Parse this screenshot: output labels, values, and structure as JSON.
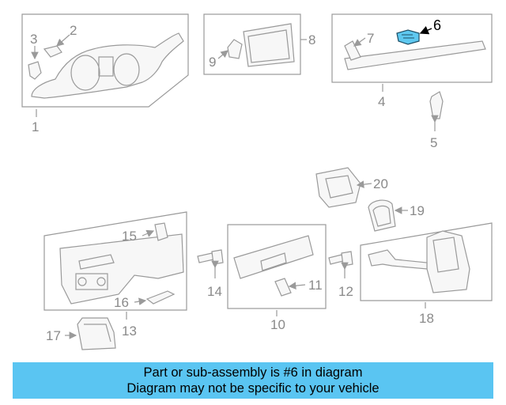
{
  "callouts": {
    "c1": "1",
    "c2": "2",
    "c3": "3",
    "c4": "4",
    "c5": "5",
    "c6": "6",
    "c7": "7",
    "c8": "8",
    "c9": "9",
    "c10": "10",
    "c11": "11",
    "c12": "12",
    "c13": "13",
    "c14": "14",
    "c15": "15",
    "c16": "16",
    "c17": "17",
    "c18": "18",
    "c19": "19",
    "c20": "20"
  },
  "highlighted_part": "6",
  "colors": {
    "highlight": "#5ec8f0",
    "banner": "#5ac5f2",
    "lines": "#9a9a9a"
  },
  "banner": {
    "line1": "Part or sub-assembly is #6 in diagram",
    "line2": "Diagram may not be specific to your vehicle"
  }
}
